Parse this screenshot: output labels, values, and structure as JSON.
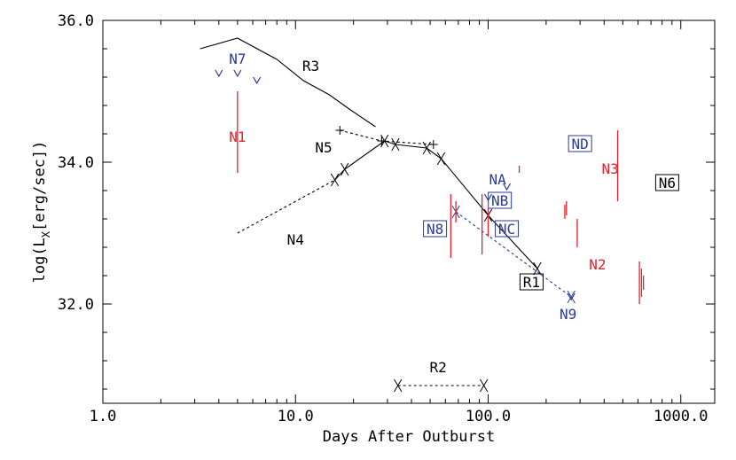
{
  "chart_data": {
    "type": "scatter",
    "xscale": "log",
    "xlim": [
      1,
      1500
    ],
    "ylim": [
      30.6,
      36.0
    ],
    "xlabel": "Days After Outburst",
    "ylabel_main": "log(L",
    "ylabel_sub": "X",
    "ylabel_tail": "[erg/sec])",
    "xticks": [
      {
        "value": 1,
        "label": "1.0"
      },
      {
        "value": 10,
        "label": "10.0"
      },
      {
        "value": 100,
        "label": "100.0"
      },
      {
        "value": 1000,
        "label": "1000.0"
      }
    ],
    "yticks": [
      {
        "value": 32.0,
        "label": "32.0"
      },
      {
        "value": 34.0,
        "label": "34.0"
      },
      {
        "value": 36.0,
        "label": "36.0"
      }
    ],
    "colors": {
      "black": "#000000",
      "red": "#e8202a",
      "blue": "#2a3a9c"
    },
    "curves": [
      {
        "id": "R3",
        "color": "black",
        "dashed": false,
        "marker": "none",
        "x": [
          3.2,
          5,
          8,
          11,
          15,
          19,
          26
        ],
        "y": [
          35.6,
          35.75,
          35.45,
          35.15,
          34.95,
          34.75,
          34.5
        ]
      },
      {
        "id": "N5",
        "color": "black",
        "dashed": true,
        "marker": "plus",
        "x": [
          17,
          28,
          52
        ],
        "y": [
          34.45,
          34.3,
          34.25
        ]
      },
      {
        "id": "N4",
        "color": "black",
        "dashed": false,
        "marker": "x",
        "x": [
          16,
          18,
          29,
          33,
          48,
          57,
          100,
          180
        ],
        "y": [
          33.75,
          33.9,
          34.3,
          34.25,
          34.2,
          34.05,
          33.25,
          32.5
        ]
      },
      {
        "id": "N4b",
        "color": "black",
        "dashed": true,
        "marker": "none",
        "x": [
          5,
          16
        ],
        "y": [
          33.0,
          33.75
        ]
      },
      {
        "id": "N8",
        "color": "blue",
        "dashed": true,
        "marker": "x",
        "x": [
          68,
          270
        ],
        "y": [
          33.3,
          32.1
        ]
      },
      {
        "id": "R2",
        "color": "black",
        "dashed": true,
        "marker": "x",
        "x": [
          34,
          95
        ],
        "y": [
          30.85,
          30.85
        ]
      }
    ],
    "upper_limits": [
      {
        "id": "N7",
        "color": "blue",
        "x": 4,
        "y": 35.25
      },
      {
        "id": "N7",
        "color": "blue",
        "x": 5,
        "y": 35.25
      },
      {
        "id": "N7",
        "color": "blue",
        "x": 6.3,
        "y": 35.15
      },
      {
        "id": "NA",
        "color": "blue",
        "x": 125,
        "y": 33.65
      },
      {
        "id": "NB",
        "color": "blue",
        "x": 100,
        "y": 33.5
      },
      {
        "id": "N9",
        "color": "blue",
        "x": 270,
        "y": 32.1
      }
    ],
    "error_bars": [
      {
        "id": "N1",
        "color": "red",
        "x": 5,
        "y": [
          33.85,
          35.0
        ]
      },
      {
        "id": "N8",
        "color": "red",
        "x": 64,
        "y": [
          32.65,
          33.55
        ]
      },
      {
        "id": "N8",
        "color": "red",
        "x": 68,
        "y": [
          33.15,
          33.45
        ]
      },
      {
        "id": "NB",
        "color": "red",
        "x": 93,
        "y": [
          32.7,
          33.55
        ]
      },
      {
        "id": "NC",
        "color": "red",
        "x": 100,
        "y": [
          32.95,
          33.35
        ]
      },
      {
        "id": "NA",
        "color": "red",
        "x": 145,
        "y": [
          33.85,
          33.95
        ]
      },
      {
        "id": "ND",
        "color": "red",
        "x": 250,
        "y": [
          33.2,
          33.4
        ]
      },
      {
        "id": "ND",
        "color": "red",
        "x": 255,
        "y": [
          33.25,
          33.45
        ]
      },
      {
        "id": "ND",
        "color": "red",
        "x": 290,
        "y": [
          32.8,
          33.2
        ]
      },
      {
        "id": "N3",
        "color": "red",
        "x": 470,
        "y": [
          33.45,
          34.45
        ]
      },
      {
        "id": "N2",
        "color": "red",
        "x": 610,
        "y": [
          32.0,
          32.6
        ]
      },
      {
        "id": "N2",
        "color": "red",
        "x": 625,
        "y": [
          32.1,
          32.5
        ]
      },
      {
        "id": "N2",
        "color": "red",
        "x": 640,
        "y": [
          32.2,
          32.4
        ]
      }
    ],
    "labels": [
      {
        "text": "N7",
        "color": "blue",
        "boxed": false,
        "x": 5.0,
        "y": 35.45
      },
      {
        "text": "R3",
        "color": "black",
        "boxed": false,
        "x": 12.0,
        "y": 35.35
      },
      {
        "text": "N1",
        "color": "red",
        "boxed": false,
        "x": 5.0,
        "y": 34.35
      },
      {
        "text": "N5",
        "color": "black",
        "boxed": false,
        "x": 14.0,
        "y": 34.2
      },
      {
        "text": "N4",
        "color": "black",
        "boxed": false,
        "x": 10.0,
        "y": 32.9
      },
      {
        "text": "NA",
        "color": "blue",
        "boxed": false,
        "x": 112.0,
        "y": 33.75
      },
      {
        "text": "NB",
        "color": "blue",
        "boxed": true,
        "x": 115.0,
        "y": 33.45
      },
      {
        "text": "N8",
        "color": "blue",
        "boxed": true,
        "x": 53.0,
        "y": 33.05
      },
      {
        "text": "NC",
        "color": "blue",
        "boxed": true,
        "x": 125.0,
        "y": 33.05
      },
      {
        "text": "ND",
        "color": "blue",
        "boxed": true,
        "x": 300.0,
        "y": 34.25
      },
      {
        "text": "N3",
        "color": "red",
        "boxed": false,
        "x": 430.0,
        "y": 33.9
      },
      {
        "text": "N6",
        "color": "black",
        "boxed": true,
        "x": 850.0,
        "y": 33.7
      },
      {
        "text": "N2",
        "color": "red",
        "boxed": false,
        "x": 370.0,
        "y": 32.55
      },
      {
        "text": "R1",
        "color": "black",
        "boxed": true,
        "x": 168.0,
        "y": 32.3
      },
      {
        "text": "N9",
        "color": "blue",
        "boxed": false,
        "x": 260.0,
        "y": 31.85
      },
      {
        "text": "R2",
        "color": "black",
        "boxed": false,
        "x": 55.0,
        "y": 31.1
      }
    ]
  }
}
